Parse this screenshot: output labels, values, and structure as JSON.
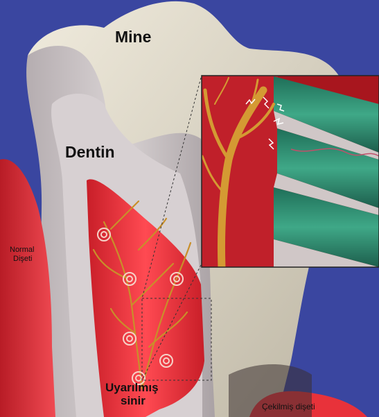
{
  "labels": {
    "enamel": "Mine",
    "dentin": "Dentin",
    "normal_gum_line1": "Normal",
    "normal_gum_line2": "Dişeti",
    "stimulated_nerve_line1": "Uyarılmış",
    "stimulated_nerve_line2": "sinir",
    "receded_gum": "Çekilmiş dişeti"
  },
  "colors": {
    "background": "#3a46a0",
    "enamel": "#d8d2c2",
    "dentin": "#c9c2c4",
    "pulp": "#e8323a",
    "gum": "#e63a45",
    "nerve": "#c98f2a",
    "tubule": "#2f8a6e",
    "sparks": "#ffffff"
  }
}
